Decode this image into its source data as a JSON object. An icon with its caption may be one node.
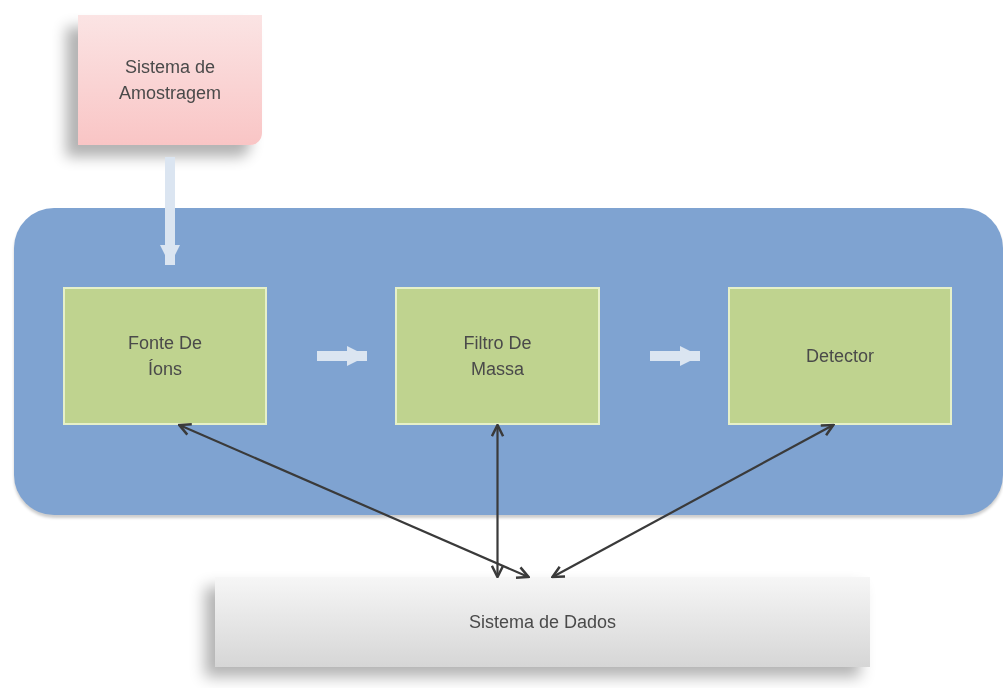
{
  "diagram": {
    "nodes": [
      {
        "text": [
          "Sistema de Amostragem"
        ]
      },
      {
        "text": [],
        "shape": "box"
      },
      {
        "text": [
          "Fonte De Íons"
        ],
        "in": 1
      },
      {
        "text": [
          "Filtro De Massa"
        ],
        "in": 1
      },
      {
        "text": [
          "Detector"
        ],
        "in": 1
      },
      {
        "text": [
          "Sistema de Dados"
        ]
      }
    ],
    "edges": [
      {
        "from": 0,
        "to": 2,
        "arrow": "to",
        "style": "thick",
        "color": "#dbe5f1"
      },
      {
        "from": 2,
        "to": 3,
        "arrow": "to",
        "style": "thick",
        "color": "#dbe5f1"
      },
      {
        "from": 3,
        "to": 4,
        "arrow": "to",
        "style": "thick",
        "color": "#dbe5f1"
      },
      {
        "from": 5,
        "to": 2,
        "arrow": "both",
        "color": "#3a3a3a"
      },
      {
        "from": 5,
        "to": 3,
        "arrow": "both",
        "color": "#3a3a3a"
      },
      {
        "from": 5,
        "to": 4,
        "arrow": "both",
        "color": "#3a3a3a"
      }
    ]
  }
}
